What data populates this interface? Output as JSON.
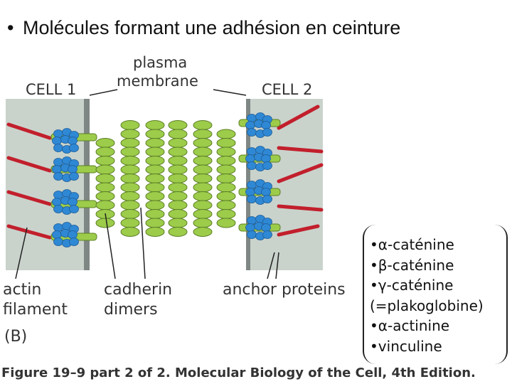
{
  "slide": {
    "bullet": "•",
    "title": "Molécules formant une adhésion en ceinture"
  },
  "figure": {
    "labels": {
      "cell1": "CELL 1",
      "cell2": "CELL 2",
      "plasma": "plasma",
      "membrane": "membrane",
      "actin": "actin",
      "filament": "filament",
      "cadherin": "cadherin",
      "dimers": "dimers",
      "anchor": "anchor proteins",
      "panel": "(B)"
    },
    "caption": "Figure 19–9 part 2 of 2. Molecular Biology of the Cell, 4th Edition.",
    "colors": {
      "cell_bg": "#c9d3cc",
      "membrane": "#7f8784",
      "cadherin": "#9ccc4a",
      "anchor": "#2f88d4",
      "actin": "#c21f2c"
    }
  },
  "legend": {
    "items": [
      "•α-caténine",
      "•β-caténine",
      "•γ-caténine",
      "(=plakoglobine)",
      "•α-actinine",
      "•vinculine"
    ]
  }
}
